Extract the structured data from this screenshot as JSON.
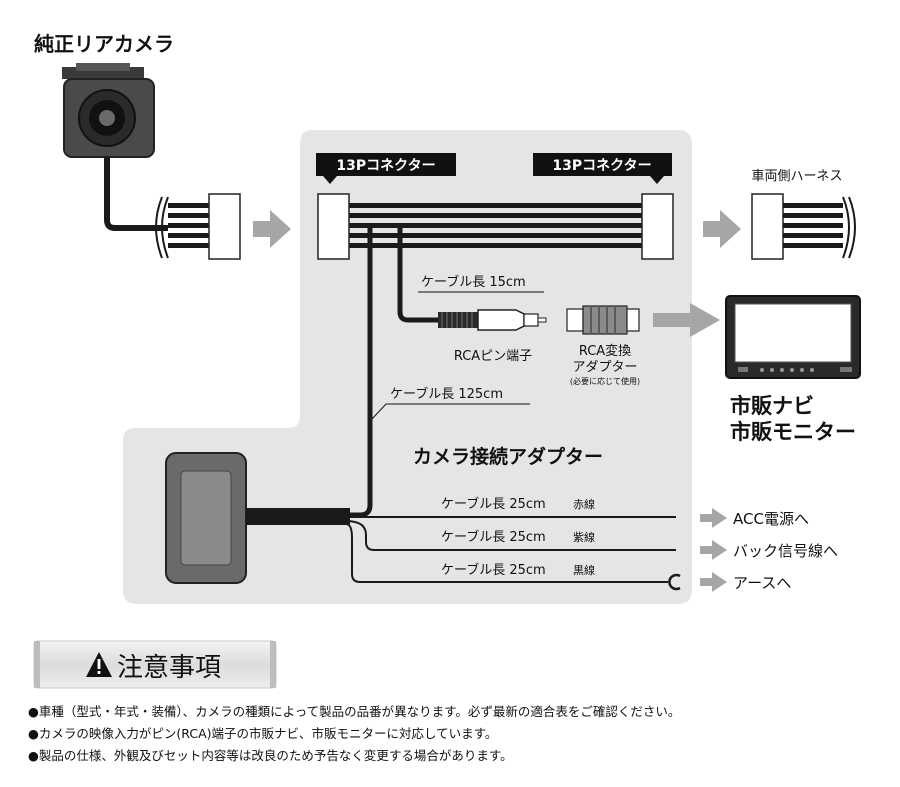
{
  "title": "純正リアカメラ",
  "connector_left": "13Pコネクター",
  "connector_right": "13Pコネクター",
  "harness_label": "車両側ハーネス",
  "cable_15": "ケーブル長 15cm",
  "rca_pin_label": "RCAピン端子",
  "rca_adapter_line1": "RCA変換",
  "rca_adapter_line2": "アダプター",
  "rca_adapter_note": "(必要に応じて使用)",
  "cable_125": "ケーブル長 125cm",
  "monitor_line1": "市販ナビ",
  "monitor_line2": "市販モニター",
  "adapter_title": "カメラ接続アダプター",
  "wires": [
    {
      "length": "ケーブル長 25cm",
      "color_name": "赤線",
      "destination": "ACC電源へ"
    },
    {
      "length": "ケーブル長 25cm",
      "color_name": "紫線",
      "destination": "バック信号線へ"
    },
    {
      "length": "ケーブル長 25cm",
      "color_name": "黒線",
      "destination": "アースへ"
    }
  ],
  "caution_title": "注意事項",
  "notes": [
    "●車種（型式・年式・装備）、カメラの種類によって製品の品番が異なります。必ず最新の適合表をご確認ください。",
    "●カメラの映像入力がピン(RCA)端子の市販ナビ、市販モニターに対応しています。",
    "●製品の仕様、外観及びセット内容等は改良のため予告なく変更する場合があります。"
  ],
  "colors": {
    "panel": "#e5e5e5",
    "arrow": "#a6a6a6",
    "dark": "#1a1a1a",
    "connector_label_bg": "#111111"
  },
  "icons": [
    "warning-triangle-icon",
    "right-arrow-icon",
    "ground-terminal-icon"
  ]
}
